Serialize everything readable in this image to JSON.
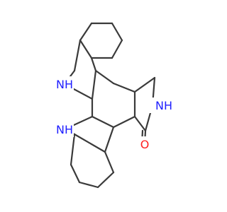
{
  "diagram": {
    "type": "skeletal-structure",
    "atom_colors": {
      "N": "#2020ff",
      "O": "#ff2020",
      "bond": "#3a3a3a"
    },
    "labels": {
      "nh_upper": "NH",
      "nh_lower": "NH",
      "nh_lactam": "NH",
      "oxygen": "O"
    }
  }
}
